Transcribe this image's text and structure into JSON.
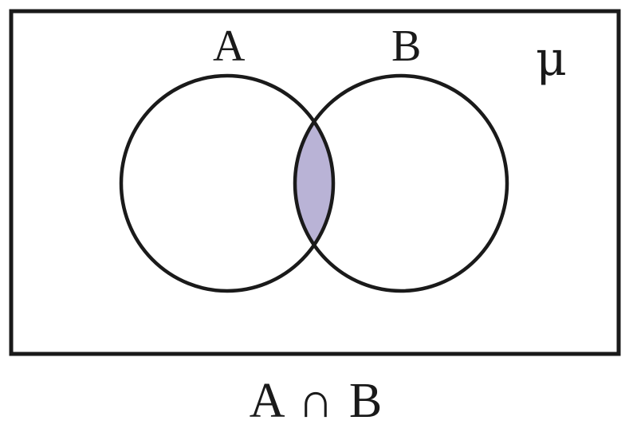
{
  "diagram": {
    "set_a_label": "A",
    "set_b_label": "B",
    "universe_label": "μ",
    "caption": "A ∩ B",
    "shaded_region": "intersection",
    "colors": {
      "outline": "#1a1a1a",
      "shade": "#b9b3d6",
      "background": "#ffffff"
    }
  }
}
